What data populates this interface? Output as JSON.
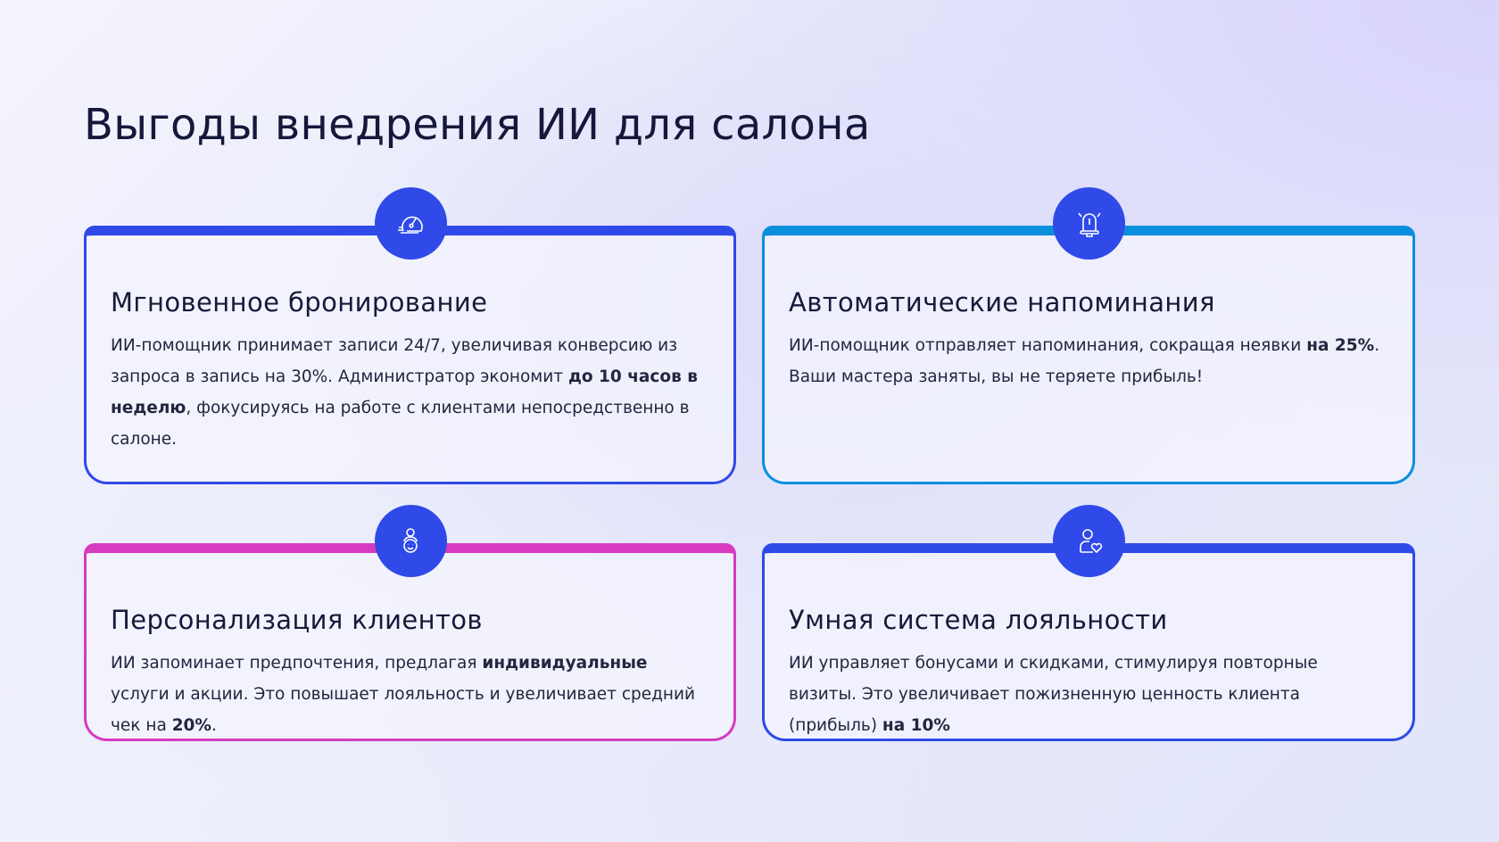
{
  "title": "Выгоды внедрения ИИ для салона",
  "cards": [
    {
      "icon": "speedometer-icon",
      "heading": "Мгновенное бронирование",
      "t1": "ИИ-помощник принимает записи 24/7,  увеличивая конверсию из запроса в запись на 30%. Администратор экономит ",
      "b1": "до 10 часов в неделю",
      "t2": ", фокусируясь на работе с клиентами непосредственно в салоне.",
      "color": "#2f4ae8"
    },
    {
      "icon": "alarm-bell-icon",
      "heading": "Автоматические напоминания",
      "t1": "ИИ-помощник отправляет напоминания, сокращая неявки ",
      "b1": "на 25%",
      "t2": ". Ваши мастера заняты, вы не теряете прибыль!",
      "color": "#0a8fdc"
    },
    {
      "icon": "happy-client-icon",
      "heading": "Персонализация клиентов",
      "t1": "ИИ запоминает предпочтения, предлагая ",
      "b1": "индивидуальные",
      "t2": " услуги и акции. Это повышает лояльность и увеличивает средний чек на ",
      "b2": "20%",
      "t3": ".",
      "color": "#d63bc0"
    },
    {
      "icon": "user-heart-icon",
      "heading": "Умная система лояльности",
      "t1": "ИИ управляет бонусами и скидками, стимулируя повторные визиты. Это увеличивает пожизненную ценность клиента (прибыль) ",
      "b1": "на 10%",
      "color": "#2f4ae8"
    }
  ]
}
